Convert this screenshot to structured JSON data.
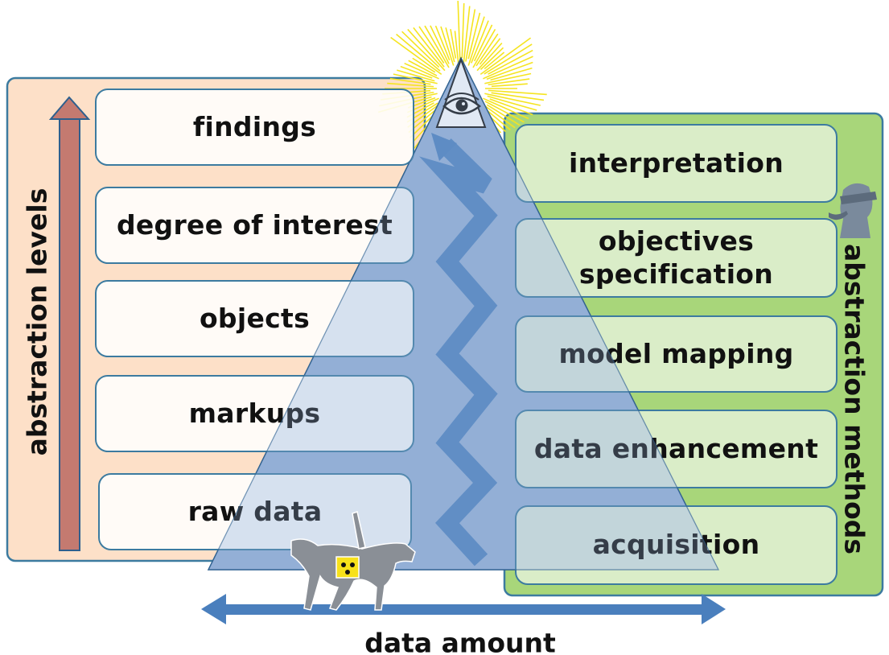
{
  "levels_label": "abstraction levels",
  "methods_label": "abstraction methods",
  "amount_label": "data amount",
  "levels": [
    "findings",
    "degree of interest",
    "objects",
    "markups",
    "raw data"
  ],
  "methods": [
    "interpretation",
    "objectives\nspecification",
    "model mapping",
    "data enhancement",
    "acquisition"
  ],
  "colors": {
    "levels_panel": "#fde0c8",
    "methods_panel": "#a8d67a",
    "panel_border": "#3c7ba0",
    "pyramid": "#93afd6",
    "arrows": "#4a7fbd",
    "level_arrow": "#c47a70",
    "rays": "#f5e420",
    "dog": "#8a8f96",
    "detective": "#7a8a9c"
  },
  "icons": [
    "eye-icon",
    "guide-dog-icon",
    "detective-icon"
  ]
}
